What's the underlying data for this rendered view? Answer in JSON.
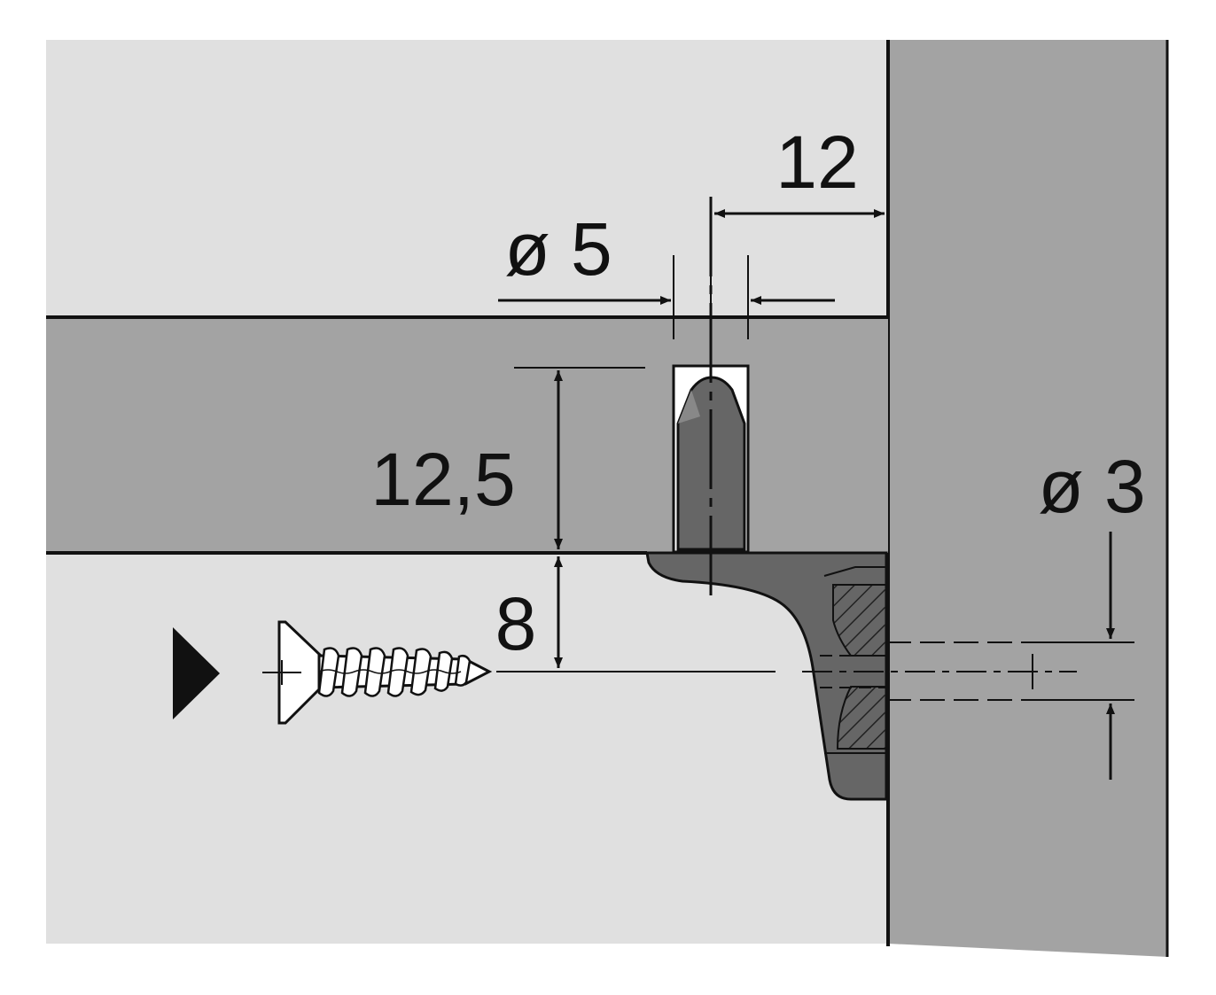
{
  "dimensions": {
    "offset_from_wall": "12",
    "pin_diameter": "ø 5",
    "pin_depth": "12,5",
    "screw_offset": "8",
    "screw_hole_diameter": "ø 3"
  },
  "colors": {
    "background": "#ffffff",
    "light_panel": "#e0e0e0",
    "shelf": "#a3a3a3",
    "wall": "#a3a3a3",
    "support": "#666666",
    "support_dark": "#4a4a4a",
    "line": "#111111"
  },
  "icons": {
    "pointer": "triangle-pointer-icon",
    "screw": "countersunk-screw-icon"
  }
}
